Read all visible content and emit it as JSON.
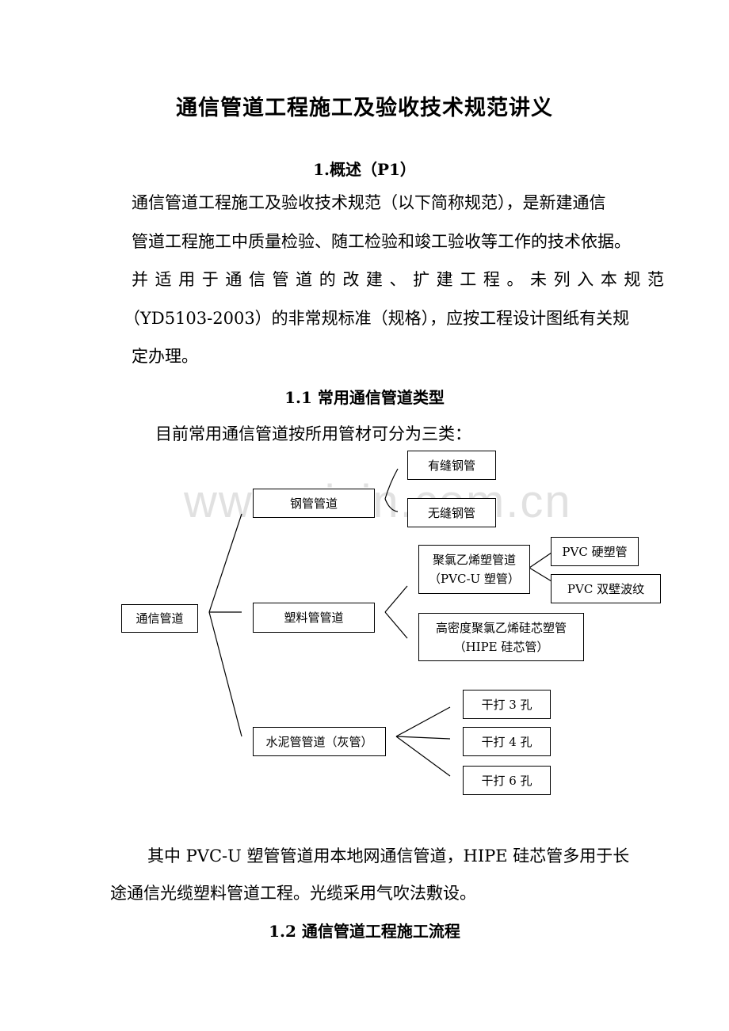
{
  "title": "通信管道工程施工及验收技术规范讲义",
  "section1": {
    "heading": "1.概述（P1）",
    "lines": [
      "通信管道工程施工及验收技术规范（以下简称规范），是新建通信",
      "管道工程施工中质量检验、随工检验和竣工验收等工作的技术依据。",
      "并适用于通信管道的改建、扩建工程。未列入本规范",
      "（YD5103-2003）的非常规标准（规格），应按工程设计图纸有关规",
      "定办理。"
    ]
  },
  "section1_1": {
    "heading": "1.1 常用通信管道类型",
    "intro": "目前常用通信管道按所用管材可分为三类："
  },
  "diagram": {
    "root": "通信管道",
    "steel": {
      "label": "钢管管道",
      "children": [
        "有缝钢管",
        "无缝钢管"
      ]
    },
    "plastic": {
      "label": "塑料管管道",
      "pvcu": {
        "line1": "聚氯乙烯塑管道",
        "line2": "（PVC-U 塑管）",
        "children": [
          "PVC 硬塑管",
          "PVC 双壁波纹"
        ]
      },
      "hipe": {
        "line1": "高密度聚氯乙烯硅芯塑管",
        "line2": "（HIPE 硅芯管）"
      }
    },
    "cement": {
      "label": "水泥管管道（灰管）",
      "children": [
        "干打 3 孔",
        "干打 4 孔",
        "干打 6 孔"
      ]
    }
  },
  "after_diagram": {
    "lines": [
      "其中 PVC-U 塑管管道用本地网通信管道，HIPE 硅芯管多用于长",
      "途通信光缆塑料管道工程。光缆采用气吹法敷设。"
    ]
  },
  "section1_2": {
    "heading": "1.2 通信管道工程施工流程"
  },
  "watermark": "www.zixin.com.cn"
}
